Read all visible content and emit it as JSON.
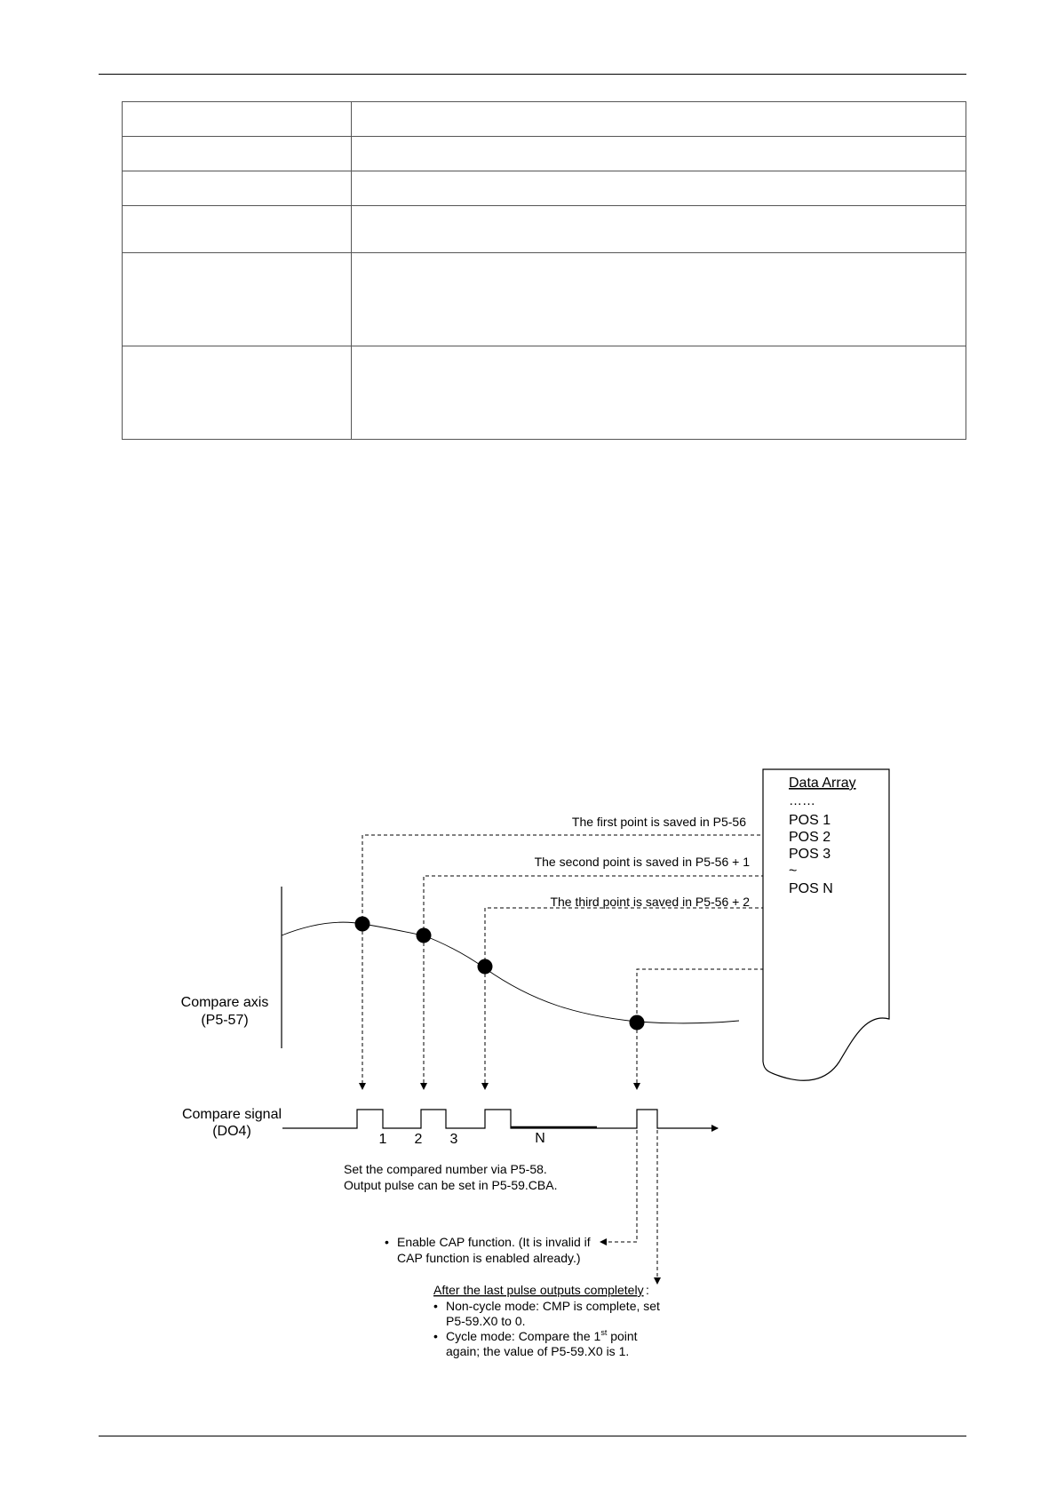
{
  "table": {
    "rows": [
      {
        "label": "",
        "value": "",
        "height": 39
      },
      {
        "label": "",
        "value": "",
        "height": 39
      },
      {
        "label": "",
        "value": "",
        "height": 39
      },
      {
        "label": "",
        "value": "",
        "height": 53
      },
      {
        "label": "",
        "value": "",
        "height": 105
      },
      {
        "label": "",
        "value": "",
        "height": 105
      }
    ]
  },
  "diagram": {
    "data_array": {
      "title": "Data Array",
      "dots": "……",
      "items": [
        "POS 1",
        "POS 2",
        "POS 3",
        "~",
        "POS N"
      ]
    },
    "saves": [
      "The first point is saved in P5-56",
      "The second point is saved in P5-56 + 1",
      "The third point is saved in P5-56 + 2"
    ],
    "compare_axis": {
      "line1": "Compare axis",
      "line2": "(P5-57)"
    },
    "compare_signal": {
      "line1": "Compare signal",
      "line2": "(DO4)"
    },
    "pulse_labels": [
      "1",
      "2",
      "3",
      "N"
    ],
    "note1": {
      "line1": "Set the compared number via P5-58.",
      "line2": "Output pulse can be set in P5-59.CBA."
    },
    "note2": {
      "bullet": "•",
      "line1": "Enable CAP function. (It is invalid if",
      "line2": "CAP function is enabled already.)"
    },
    "note3": {
      "heading": "After the last pulse outputs completely",
      "colon": ":",
      "bullet": "•",
      "b1_line1": "Non-cycle mode: CMP is complete, set",
      "b1_line2": "P5-59.X0 to 0.",
      "b2_line1a": "Cycle mode: Compare the 1",
      "b2_sup": "st",
      "b2_line1b": " point",
      "b2_line2": "again; the value of P5-59.X0 is 1."
    }
  }
}
